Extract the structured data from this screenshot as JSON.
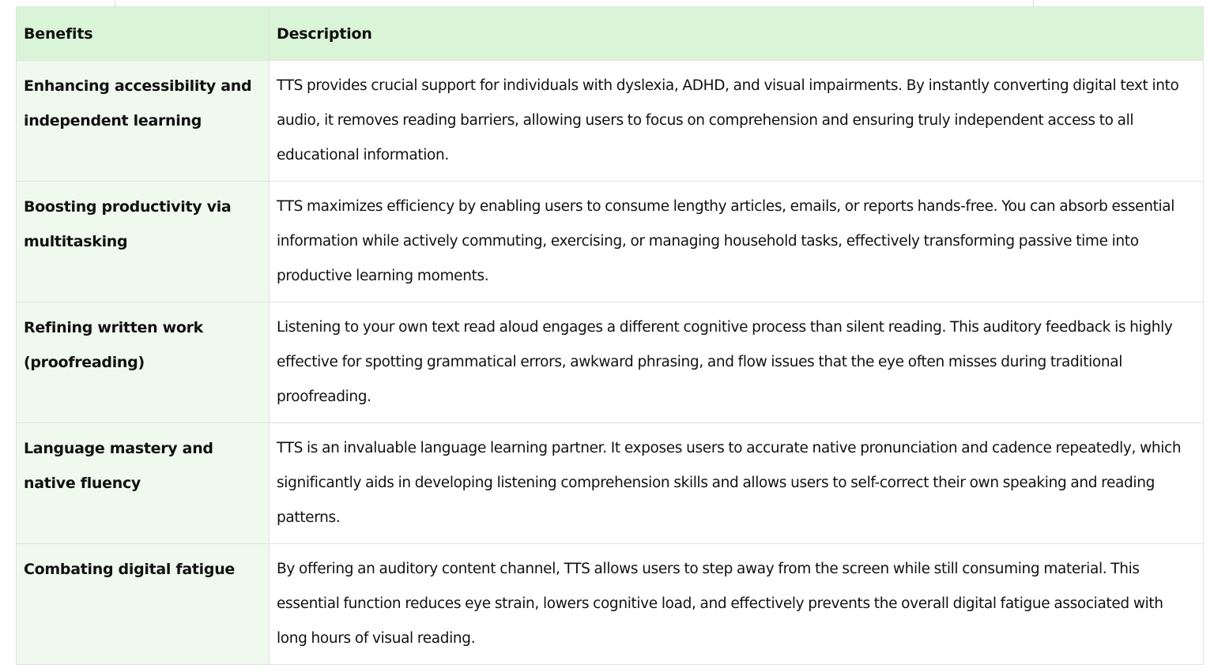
{
  "table": {
    "headers": {
      "benefits": "Benefits",
      "description": "Description"
    },
    "rows": [
      {
        "benefit": "Enhancing accessibility and independent learning",
        "description": "TTS provides crucial support for individuals with dyslexia, ADHD, and visual impairments. By instantly converting digital text into audio, it removes reading barriers, allowing users to focus on comprehension and ensuring truly independent access to all educational information."
      },
      {
        "benefit": "Boosting productivity via multitasking",
        "description": "TTS maximizes efficiency by enabling users to consume lengthy articles, emails, or reports hands-free. You can absorb essential information while actively commuting, exercising, or managing household tasks, effectively transforming passive time into productive learning moments."
      },
      {
        "benefit": "Refining written work (proofreading)",
        "description": "Listening to your own text read aloud engages a different cognitive process than silent reading. This auditory feedback is highly effective for spotting grammatical errors, awkward phrasing, and flow issues that the eye often misses during traditional proofreading."
      },
      {
        "benefit": "Language mastery and native fluency",
        "description": "TTS is an invaluable language learning partner. It exposes users to accurate native pronunciation and cadence repeatedly, which significantly aids in developing listening comprehension skills and allows users to self-correct their own speaking and reading patterns."
      },
      {
        "benefit": "Combating digital fatigue",
        "description": "By offering an auditory content channel, TTS allows users to step away from the screen while still consuming material. This essential function reduces eye strain, lowers cognitive load, and effectively prevents the overall digital fatigue associated with long hours of visual reading."
      }
    ]
  },
  "colors": {
    "header_bg": "#d9f4d6",
    "benefit_col_bg": "#eff9ee",
    "border": "#e2e2e2"
  }
}
